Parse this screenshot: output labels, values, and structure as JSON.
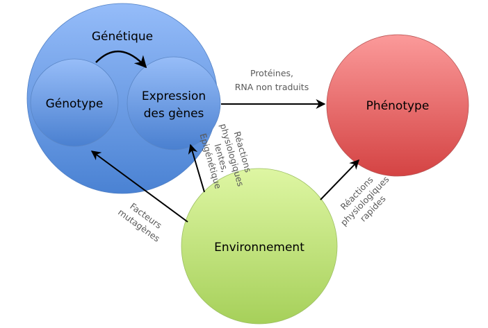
{
  "diagram": {
    "nodes": {
      "genetique": {
        "label": "Génétique",
        "color_top": "#95BCF9",
        "color_bottom": "#4A82D3"
      },
      "genotype": {
        "label": "Génotype"
      },
      "expression": {
        "label_line1": "Expression",
        "label_line2": "des gènes"
      },
      "phenotype": {
        "label": "Phénotype",
        "color_top": "#FB9A9A",
        "color_bottom": "#D44343"
      },
      "environnement": {
        "label": "Environnement",
        "color_top": "#DEF6A3",
        "color_bottom": "#A6D05A"
      }
    },
    "edges": {
      "proteines": {
        "line1": "Protéines,",
        "line2": "RNA non traduits"
      },
      "lentes": {
        "line1": "Réactions",
        "line2": "physiologiques",
        "line3": "lentes,",
        "line4": "Epigénétique"
      },
      "rapides": {
        "line1": "Réactions",
        "line2": "physiologiques",
        "line3": "rapides"
      },
      "mutagenes": {
        "line1": "Facteurs",
        "line2": "mutagènes"
      }
    }
  }
}
